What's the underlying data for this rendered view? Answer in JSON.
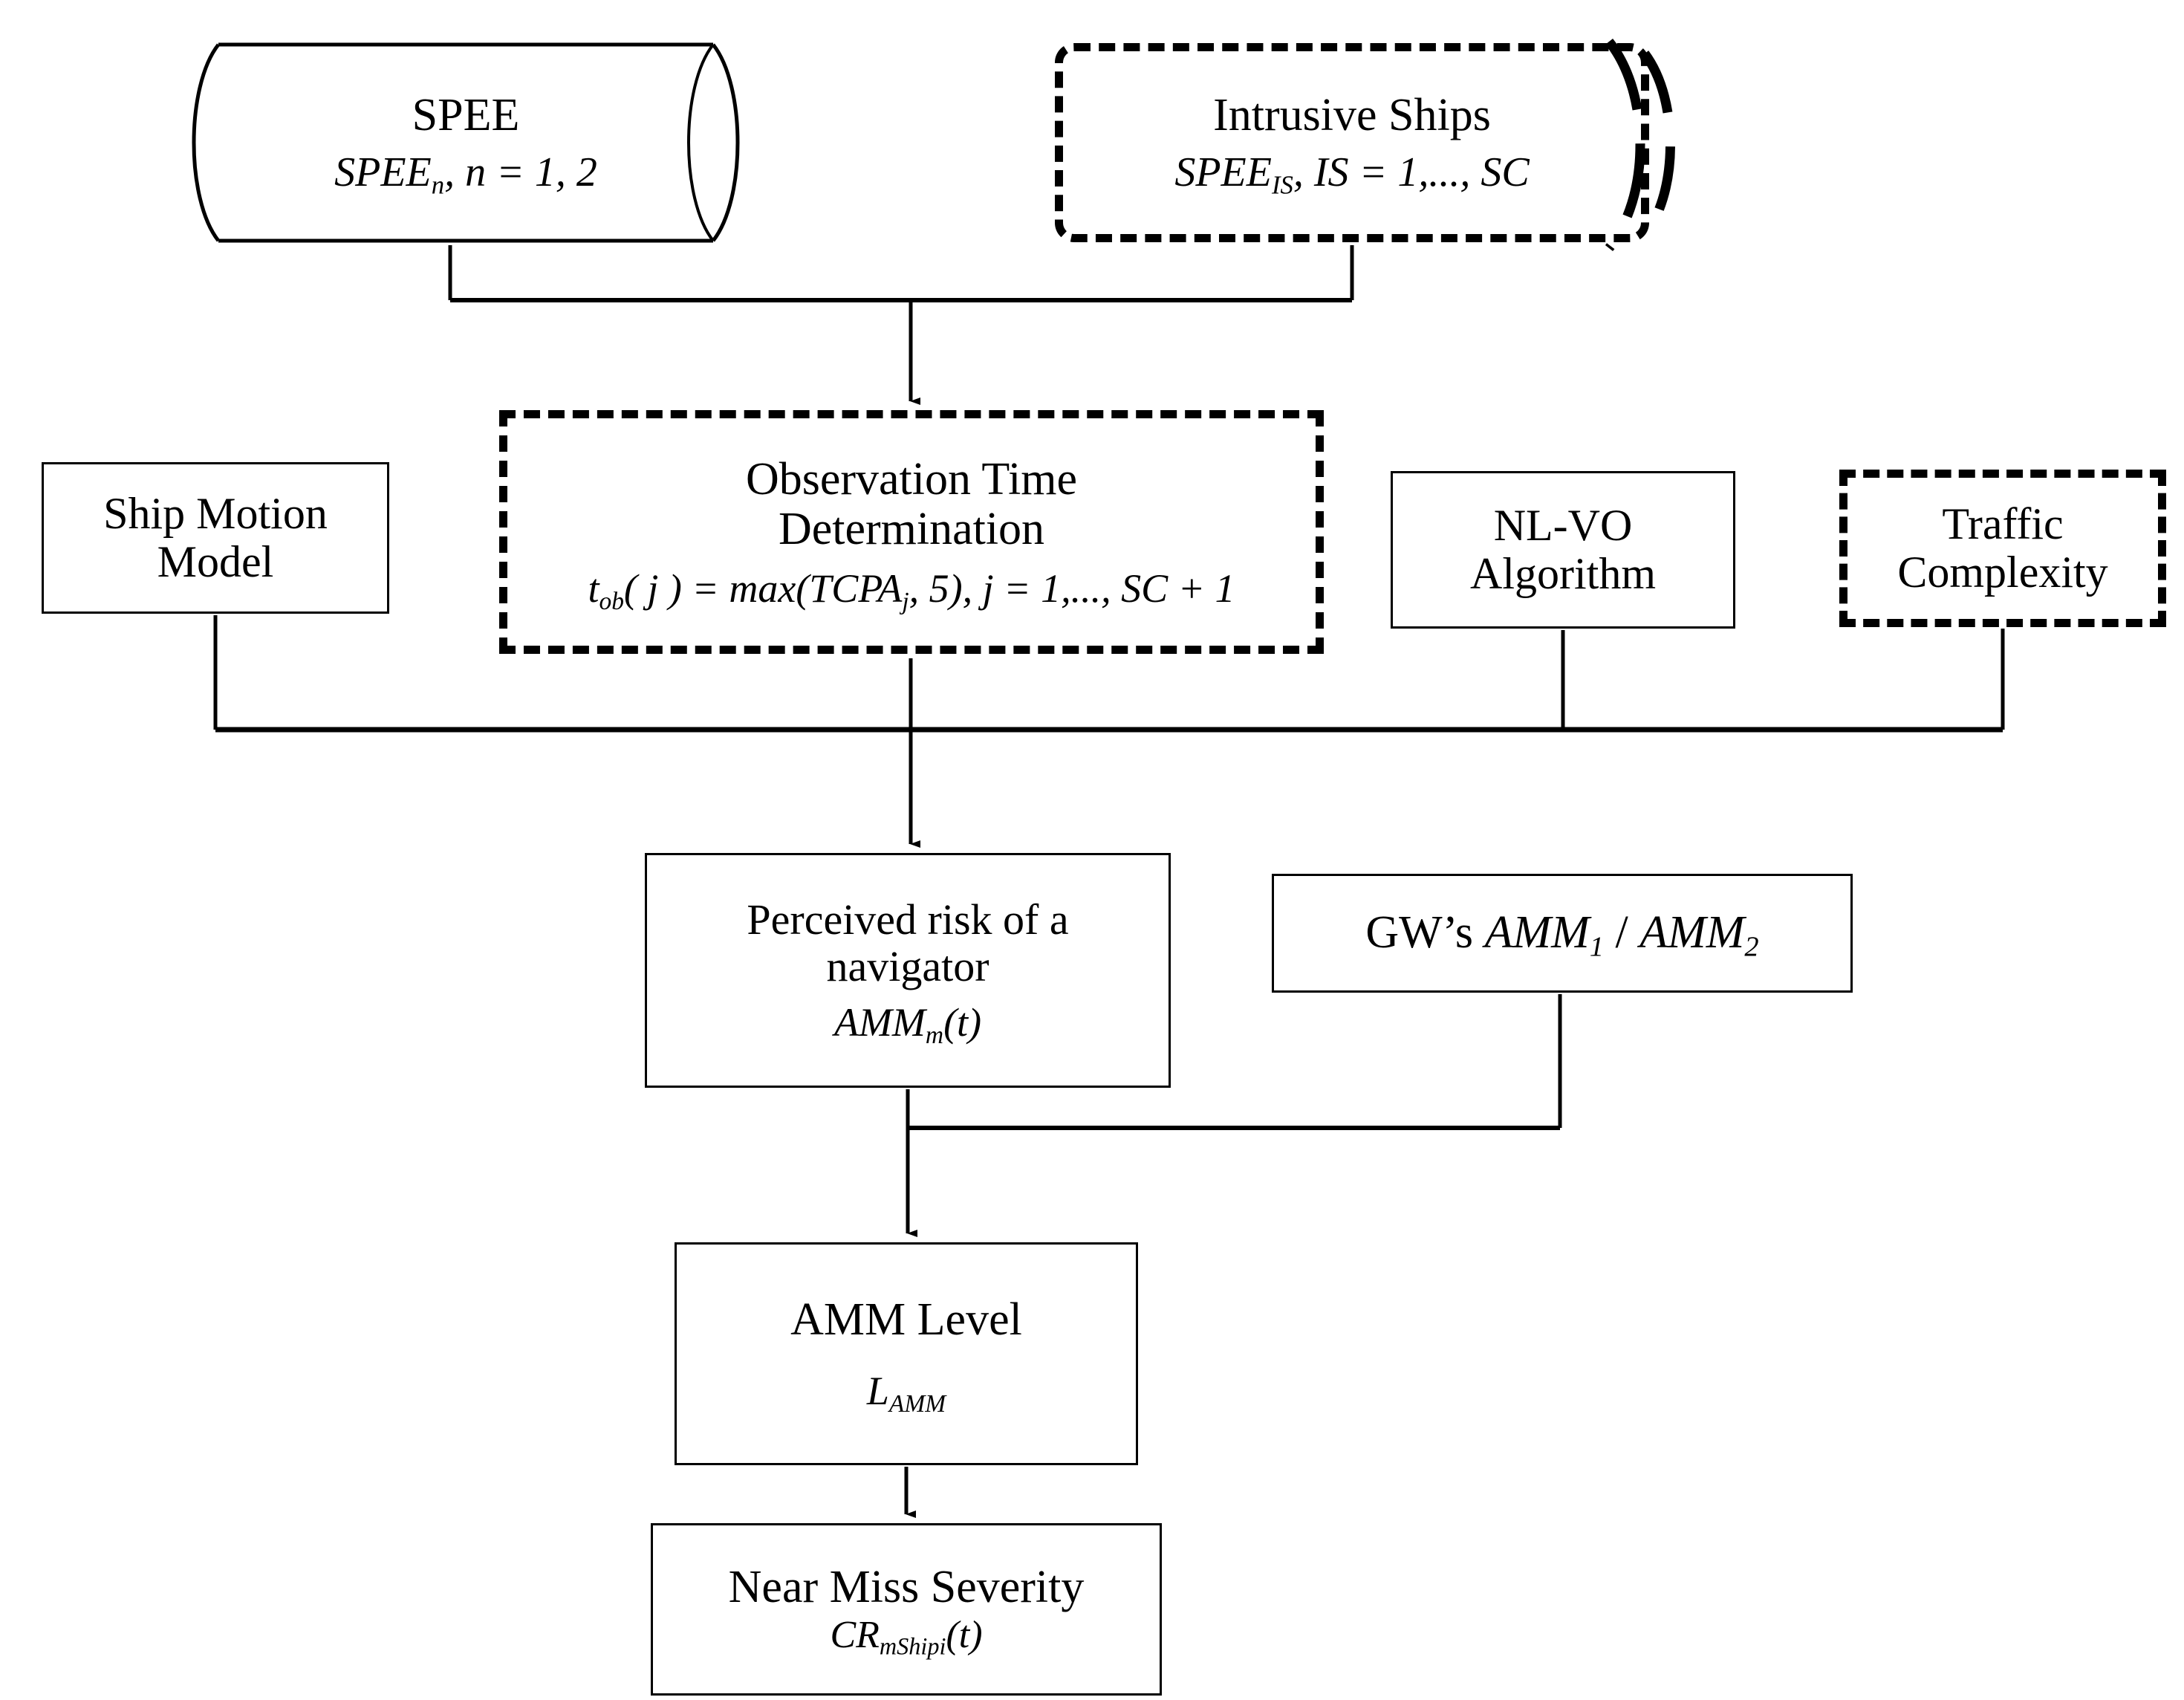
{
  "diagram": {
    "title": "Near miss severity assessment flowchart",
    "background": "#ffffff",
    "stroke": "#000000"
  },
  "nodes": {
    "spee": {
      "shape": "cylinder",
      "style": "solid",
      "title": "SPEE",
      "formula_main": "SPEE",
      "formula_sub": "n",
      "formula_tail": ", n = 1, 2"
    },
    "intrusive_ships": {
      "shape": "rounded-rectangle",
      "style": "dashed",
      "title": "Intrusive Ships",
      "formula_main": "SPEE",
      "formula_sub": "IS",
      "formula_tail": ", IS = 1,..., SC"
    },
    "observation_time": {
      "shape": "rectangle",
      "style": "dashed",
      "title_line1": "Observation Time",
      "title_line2": "Determination",
      "formula_t": "t",
      "formula_t_sub": "ob",
      "formula_mid": "( j ) = max(TCPA",
      "formula_sub2": "j",
      "formula_tail": ", 5), j = 1,..., SC + 1"
    },
    "ship_motion_model": {
      "shape": "rectangle",
      "style": "solid",
      "title_line1": "Ship Motion",
      "title_line2": "Model"
    },
    "nlvo_algorithm": {
      "shape": "rectangle",
      "style": "solid",
      "title_line1": "NL-VO",
      "title_line2": "Algorithm"
    },
    "traffic_complexity": {
      "shape": "rectangle",
      "style": "dashed",
      "title_line1": "Traffic",
      "title_line2": "Complexity"
    },
    "perceived_risk": {
      "shape": "rectangle",
      "style": "solid",
      "title_line1": "Perceived risk of a",
      "title_line2": "navigator",
      "formula_main": "AMM",
      "formula_sub": "m",
      "formula_tail": "(t)"
    },
    "gws": {
      "shape": "rectangle",
      "style": "solid",
      "label_prefix": "GW’s ",
      "amm_1": "AMM",
      "amm_1_sub": "1",
      "separator": " / ",
      "amm_2": "AMM",
      "amm_2_sub": "2"
    },
    "amm_level": {
      "shape": "rectangle",
      "style": "solid",
      "title": "AMM Level",
      "formula_main": "L",
      "formula_sub": "AMM"
    },
    "near_miss_severity": {
      "shape": "rectangle",
      "style": "solid",
      "title": "Near Miss Severity",
      "formula_main": "CR",
      "formula_sub": "mShipi",
      "formula_tail": "(t)"
    }
  },
  "connections": [
    {
      "name": "spee-to-observation-time",
      "from": "spee",
      "to": "observation_time",
      "arrow": true
    },
    {
      "name": "intrusive-ships-to-observation-time",
      "from": "intrusive_ships",
      "to": "observation_time",
      "arrow": true
    },
    {
      "name": "ship-motion-model-to-perceived-risk",
      "from": "ship_motion_model",
      "to": "perceived_risk",
      "arrow": true
    },
    {
      "name": "observation-time-to-perceived-risk",
      "from": "observation_time",
      "to": "perceived_risk",
      "arrow": true
    },
    {
      "name": "nlvo-algorithm-to-perceived-risk",
      "from": "nlvo_algorithm",
      "to": "perceived_risk",
      "arrow": true
    },
    {
      "name": "traffic-complexity-to-perceived-risk",
      "from": "traffic_complexity",
      "to": "perceived_risk",
      "arrow": true
    },
    {
      "name": "perceived-risk-to-amm-level",
      "from": "perceived_risk",
      "to": "amm_level",
      "arrow": true
    },
    {
      "name": "gws-to-amm-level",
      "from": "gws",
      "to": "amm_level",
      "arrow": true
    },
    {
      "name": "amm-level-to-near-miss-severity",
      "from": "amm_level",
      "to": "near_miss_severity",
      "arrow": true
    }
  ]
}
